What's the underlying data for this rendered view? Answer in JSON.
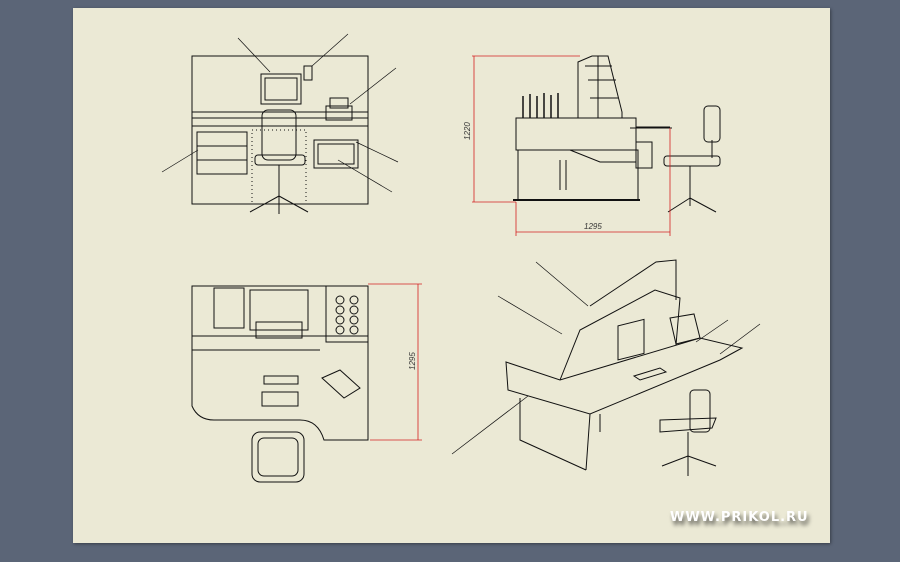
{
  "drawing": {
    "dimensions": {
      "side_height": "1220",
      "side_width": "1295",
      "top_depth": "1295"
    },
    "watermark": "WWW.PRIKOL.RU",
    "colors": {
      "background": "#5b6577",
      "paper": "#ebe9d5",
      "line": "#111111",
      "dimension": "#d42020"
    }
  }
}
